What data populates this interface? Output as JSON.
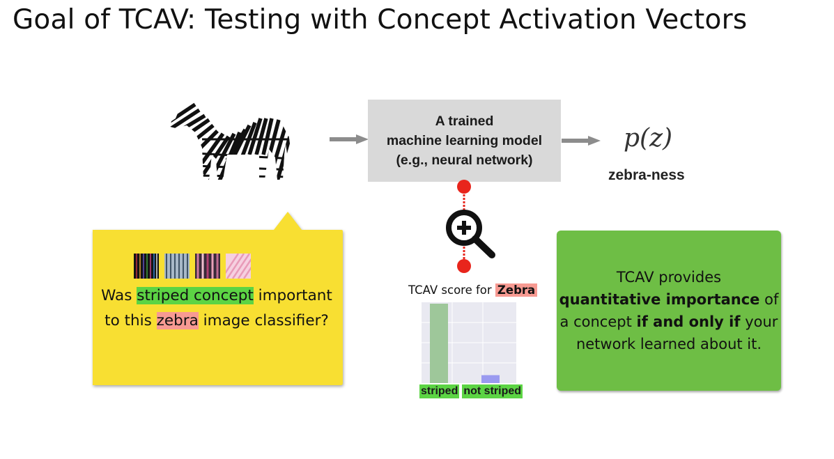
{
  "title": "Goal of TCAV: Testing with Concept Activation Vectors",
  "model_box": {
    "line1": "A trained",
    "line2": "machine learning model",
    "line3": "(e.g., neural network)"
  },
  "output": {
    "formula": "p(z)",
    "label": "zebra-ness"
  },
  "callout": {
    "q_pre": "Was ",
    "q_concept": "striped concept",
    "q_mid": " important",
    "q_line2_pre": "to this ",
    "q_target": "zebra",
    "q_post": " image classifier?"
  },
  "score": {
    "title_prefix": "TCAV score for ",
    "title_target": "Zebra",
    "categories": [
      "striped",
      "not striped"
    ]
  },
  "chart_data": {
    "type": "bar",
    "title": "TCAV score for Zebra",
    "categories": [
      "striped",
      "not striped"
    ],
    "values": [
      1.0,
      0.1
    ],
    "ylim": [
      0,
      1
    ],
    "grid": true,
    "colors": [
      "#9ec79a",
      "#9a9af0"
    ]
  },
  "green_box": {
    "line1": "TCAV provides",
    "line2_bold": "quantitative importance",
    "line2_rest": " of",
    "line3_pre": "a concept ",
    "line3_bold": "if and only if",
    "line3_post": " your",
    "line4": "network learned about it."
  },
  "colors": {
    "callout_yellow": "#f8df32",
    "model_gray": "#d9d9d9",
    "green_box": "#6ebe45",
    "highlight_green": "#5cd444",
    "highlight_red": "#f79a92",
    "probe_red": "#e8251c",
    "arrow_gray": "#8c8c8c"
  },
  "icons": [
    "zebra-icon",
    "magnifier-plus-icon"
  ]
}
